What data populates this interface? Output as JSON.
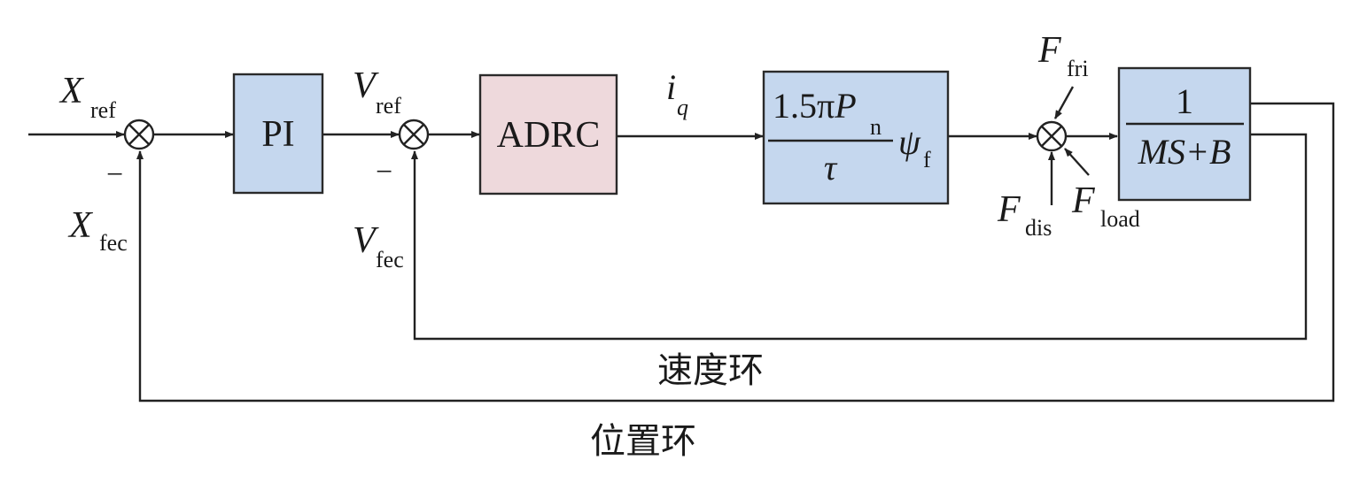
{
  "diagram": {
    "type": "control-block-diagram",
    "colors": {
      "pi_block": "#c5d7ee",
      "adrc_block": "#eed9dc",
      "gain_block": "#c5d7ee",
      "plant_block": "#c5d7ee",
      "line": "#222222"
    },
    "signals": {
      "x_ref": {
        "main": "X",
        "sub": "ref"
      },
      "x_fec": {
        "main": "X",
        "sub": "fec"
      },
      "v_ref": {
        "main": "V",
        "sub": "ref"
      },
      "v_fec": {
        "main": "V",
        "sub": "fec"
      },
      "i_q": {
        "main": "i",
        "sub": "q"
      },
      "f_fri": {
        "main": "F",
        "sub": "fri"
      },
      "f_dis": {
        "main": "F",
        "sub": "dis"
      },
      "f_load": {
        "main": "F",
        "sub": "load"
      }
    },
    "signs": {
      "position_sum_minus": "−",
      "speed_sum_minus": "−"
    },
    "blocks": {
      "pi": {
        "label": "PI"
      },
      "adrc": {
        "label": "ADRC"
      },
      "gain": {
        "numerator_coef": "1.5π",
        "numerator_var": "P",
        "numerator_sub": "n",
        "denominator": "τ",
        "multiplier": "ψ",
        "multiplier_sub": "f"
      },
      "plant": {
        "numerator": "1",
        "denominator": "MS+B"
      }
    },
    "loops": {
      "speed_loop": "速度环",
      "position_loop": "位置环"
    }
  }
}
